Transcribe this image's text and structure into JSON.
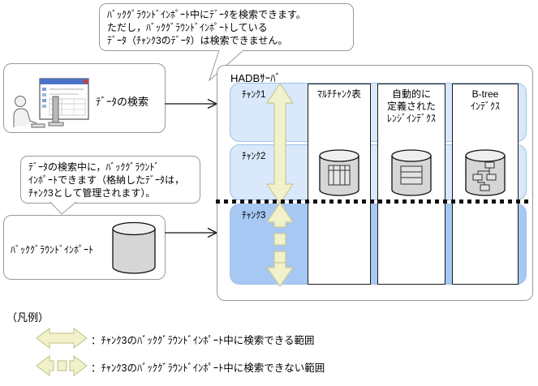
{
  "callout_top": {
    "lines": [
      "ﾊﾞｯｸｸﾞﾗｳﾝﾄﾞｲﾝﾎﾟｰﾄ中にﾃﾞｰﾀを検索できます。",
      "ただし，ﾊﾞｯｸｸﾞﾗｳﾝﾄﾞｲﾝﾎﾟｰﾄしている",
      "ﾃﾞｰﾀ（ﾁｬﾝｸ3のﾃﾞｰﾀ）は検索できません。"
    ]
  },
  "callout_mid": {
    "lines": [
      "ﾃﾞｰﾀの検索中に，ﾊﾞｯｸｸﾞﾗｳﾝﾄﾞ",
      "ｲﾝﾎﾟｰﾄできます（格納したﾃﾞｰﾀは，",
      "ﾁｬﾝｸ3として管理されます）。"
    ]
  },
  "search_box": {
    "label": "ﾃﾞｰﾀの検索"
  },
  "import_box": {
    "label": "ﾊﾞｯｸｸﾞﾗｳﾝﾄﾞｲﾝﾎﾟｰﾄ"
  },
  "hadb": {
    "title": "HADBｻｰﾊﾞ",
    "chunks": [
      {
        "label": "ﾁｬﾝｸ1"
      },
      {
        "label": "ﾁｬﾝｸ2"
      },
      {
        "label": "ﾁｬﾝｸ3"
      }
    ],
    "tables": [
      {
        "lines": [
          "ﾏﾙﾁﾁｬﾝｸ表"
        ]
      },
      {
        "lines": [
          "自動的に",
          "定義された",
          "ﾚﾝｼﾞｲﾝﾃﾞｸｽ"
        ]
      },
      {
        "lines": [
          "B-tree",
          "ｲﾝﾃﾞｸｽ"
        ]
      }
    ]
  },
  "legend": {
    "title": "（凡例）",
    "items": [
      {
        "text": "：ﾁｬﾝｸ3のﾊﾞｯｸｸﾞﾗｳﾝﾄﾞｲﾝﾎﾟｰﾄ中に検索できる範囲"
      },
      {
        "text": "：ﾁｬﾝｸ3のﾊﾞｯｸｸﾞﾗｳﾝﾄﾞｲﾝﾎﾟｰﾄ中に検索できない範囲"
      }
    ]
  },
  "icons": {
    "user_terminal": "user-terminal-icon",
    "database_cylinder": "database-cylinder-icon",
    "table_cylinder": "table-cylinder-icon",
    "rows_cylinder": "range-index-cylinder-icon",
    "btree_cylinder": "btree-cylinder-icon",
    "solid_double_arrow": "searchable-range-arrow",
    "dashed_double_arrow": "unsearchable-range-arrow"
  },
  "colors": {
    "chunk_light": "#d9e8fa",
    "chunk_dark": "#a6c8f2",
    "chunk_border": "#9fc2e8",
    "arrow_fill": "#f1f1cb",
    "arrow_stroke": "#c9c995",
    "box_border_gray": "#999999",
    "titlebar_blue": "#4a72c8"
  }
}
